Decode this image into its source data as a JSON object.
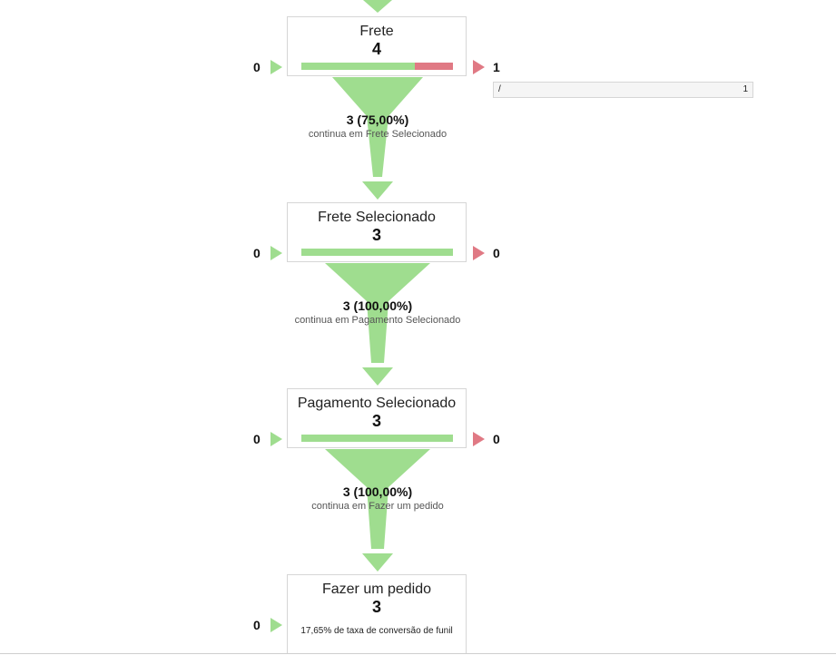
{
  "colors": {
    "flow_green": "#9fdd8f",
    "exit_red": "#e07984",
    "box_border": "#d6d6d6"
  },
  "steps": [
    {
      "name": "Frete",
      "value": "4",
      "entrances": "0",
      "exits": "1",
      "continue_fraction": 0.75,
      "flow_pct": "3 (75,00%)",
      "flow_desc": "continua em Frete Selecionado",
      "exit_pages": [
        {
          "page": "/",
          "count": "1"
        }
      ]
    },
    {
      "name": "Frete Selecionado",
      "value": "3",
      "entrances": "0",
      "exits": "0",
      "continue_fraction": 1.0,
      "flow_pct": "3 (100,00%)",
      "flow_desc": "continua em Pagamento Selecionado"
    },
    {
      "name": "Pagamento Selecionado",
      "value": "3",
      "entrances": "0",
      "exits": "0",
      "continue_fraction": 1.0,
      "flow_pct": "3 (100,00%)",
      "flow_desc": "continua em Fazer um pedido"
    },
    {
      "name": "Fazer um pedido",
      "value": "3",
      "entrances": "0",
      "conversion_text": "17,65% de taxa de conversão de funil"
    }
  ]
}
